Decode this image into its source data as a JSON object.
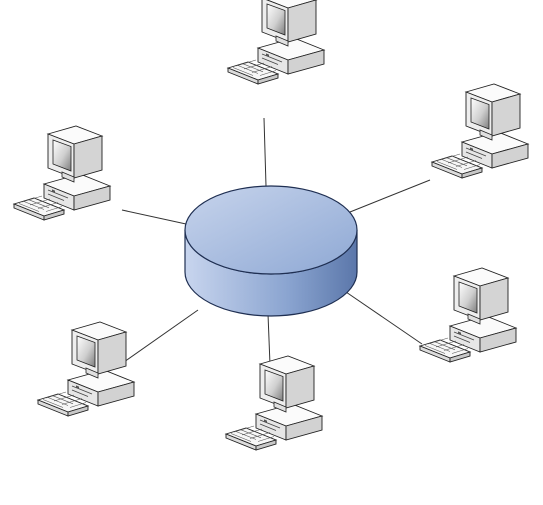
{
  "diagram": {
    "hub": {
      "kind": "hub",
      "icon": "database-cylinder-icon",
      "color_top": "#a9bde0",
      "color_side": "#7f9ccd",
      "stroke": "#1f2f52"
    },
    "nodes": [
      {
        "id": "top",
        "kind": "computer",
        "icon": "desktop-computer-icon"
      },
      {
        "id": "upper-right",
        "kind": "computer",
        "icon": "desktop-computer-icon"
      },
      {
        "id": "lower-right",
        "kind": "computer",
        "icon": "desktop-computer-icon"
      },
      {
        "id": "bottom",
        "kind": "computer",
        "icon": "desktop-computer-icon"
      },
      {
        "id": "lower-left",
        "kind": "computer",
        "icon": "desktop-computer-icon"
      },
      {
        "id": "upper-left",
        "kind": "computer",
        "icon": "desktop-computer-icon"
      }
    ],
    "edges": [
      {
        "from": "hub",
        "to": "top"
      },
      {
        "from": "hub",
        "to": "upper-right"
      },
      {
        "from": "hub",
        "to": "lower-right"
      },
      {
        "from": "hub",
        "to": "bottom"
      },
      {
        "from": "hub",
        "to": "lower-left"
      },
      {
        "from": "hub",
        "to": "upper-left"
      }
    ],
    "colors": {
      "line": "#333333",
      "computer_body": "#f4f4f4",
      "computer_stroke": "#222222",
      "screen_light": "#f8f8f8",
      "screen_dark": "#8c8c8c"
    }
  }
}
